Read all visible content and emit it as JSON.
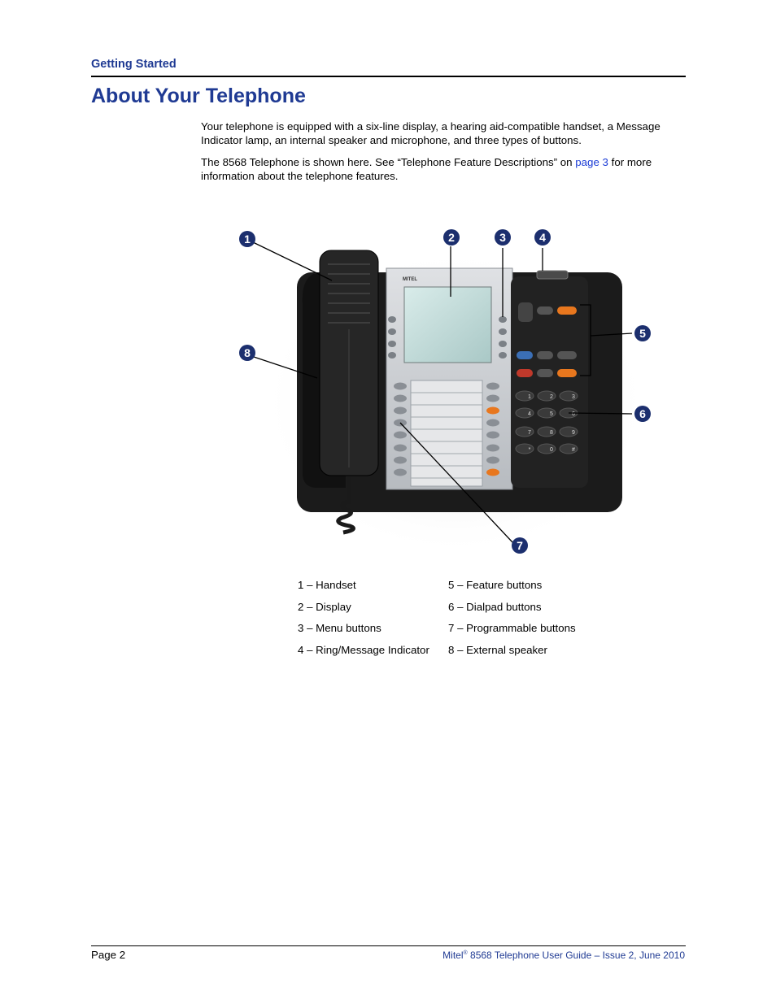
{
  "header": {
    "section": "Getting Started"
  },
  "title": "About Your Telephone",
  "intro": {
    "p1": "Your telephone is equipped with a six-line display, a hearing aid-compatible handset, a Message Indicator lamp, an internal speaker and microphone, and three types of buttons.",
    "p2_before": "The 8568 Telephone is shown here. See “Telephone Feature Descriptions” on ",
    "p2_link": "page 3",
    "p2_after": " for more information about the telephone features."
  },
  "figure": {
    "brand": "MITEL",
    "callouts": [
      "1",
      "2",
      "3",
      "4",
      "5",
      "6",
      "7",
      "8"
    ],
    "dialpad_keys": [
      "1",
      "2",
      "3",
      "4",
      "5",
      "6",
      "7",
      "8",
      "9",
      "*",
      "0",
      "#"
    ],
    "colors": {
      "callout": "#1c2f6e",
      "accent": "#e8771e",
      "body": "#1b1b1b",
      "panel": "#c9ccd0"
    }
  },
  "legend": {
    "left": [
      "1 – Handset",
      "2 – Display",
      "3 – Menu buttons",
      "4 – Ring/Message Indicator"
    ],
    "right": [
      "5 – Feature buttons",
      "6 – Dialpad buttons",
      "7 – Programmable buttons",
      "8 – External speaker"
    ]
  },
  "footer": {
    "page": "Page 2",
    "doc_brand": "Mitel",
    "doc_reg": "®",
    "doc_rest": " 8568 Telephone User Guide – Issue 2, June 2010"
  }
}
